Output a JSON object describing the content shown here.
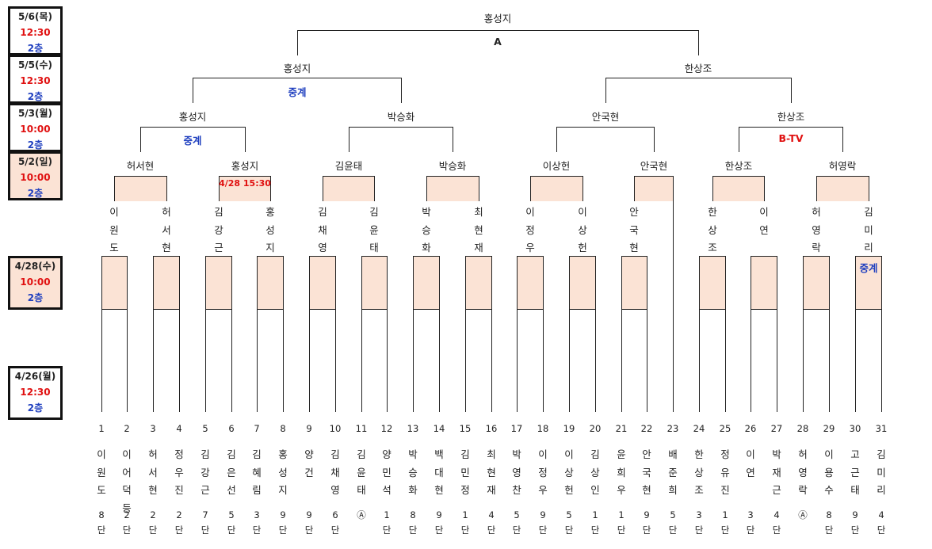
{
  "schedule": [
    {
      "date": "5/6(목)",
      "time": "12:30",
      "floor": "2층",
      "highlight": false
    },
    {
      "date": "5/5(수)",
      "time": "12:30",
      "floor": "2층",
      "highlight": false
    },
    {
      "date": "5/3(월)",
      "time": "10:00",
      "floor": "2층",
      "highlight": false
    },
    {
      "date": "5/2(일)",
      "time": "10:00",
      "floor": "2층",
      "highlight": true
    },
    {
      "date": "4/28(수)",
      "time": "10:00",
      "floor": "2층",
      "highlight": true
    },
    {
      "date": "4/26(월)",
      "time": "12:30",
      "floor": "2층",
      "highlight": false
    }
  ],
  "final": {
    "winner": "홍성지",
    "mark": "A"
  },
  "semifinal": {
    "winners": [
      "홍성지",
      "한상조"
    ],
    "note_left": "중계"
  },
  "quarterfinal": {
    "winners": [
      "홍성지",
      "박승화",
      "안국현",
      "한상조"
    ],
    "note_1": "중계",
    "note_4": "B-TV"
  },
  "round16": {
    "winners": [
      "허서현",
      "홍성지",
      "김윤태",
      "박승화",
      "이상헌",
      "안국현",
      "한상조",
      "허영락"
    ],
    "note_2": "4/28 15:30"
  },
  "round32": {
    "names": [
      "이원도",
      "허서현",
      "김강근",
      "홍성지",
      "김채영",
      "김윤태",
      "박승화",
      "최현재",
      "이정우",
      "이상헌",
      "안국현",
      "",
      "한상조",
      "이연",
      "허영락",
      "김미리"
    ],
    "note_16": "중계"
  },
  "players": [
    {
      "no": "1",
      "name": "이원도",
      "rank": "8단"
    },
    {
      "no": "2",
      "name": "이어덕등",
      "rank": "2단"
    },
    {
      "no": "3",
      "name": "허서현",
      "rank": "2단"
    },
    {
      "no": "4",
      "name": "정우진",
      "rank": "2단"
    },
    {
      "no": "5",
      "name": "김강근",
      "rank": "7단"
    },
    {
      "no": "6",
      "name": "김은선",
      "rank": "5단"
    },
    {
      "no": "7",
      "name": "김혜림",
      "rank": "3단"
    },
    {
      "no": "8",
      "name": "홍성지",
      "rank": "9단"
    },
    {
      "no": "9",
      "name": "양건",
      "rank": "9단"
    },
    {
      "no": "10",
      "name": "김채영",
      "rank": "6단"
    },
    {
      "no": "11",
      "name": "김윤태",
      "rank": "Ⓐ"
    },
    {
      "no": "12",
      "name": "양민석",
      "rank": "1단"
    },
    {
      "no": "13",
      "name": "박승화",
      "rank": "8단"
    },
    {
      "no": "14",
      "name": "백대현",
      "rank": "9단"
    },
    {
      "no": "15",
      "name": "김민정",
      "rank": "1단"
    },
    {
      "no": "16",
      "name": "최현재",
      "rank": "4단"
    },
    {
      "no": "17",
      "name": "박영찬",
      "rank": "5단"
    },
    {
      "no": "18",
      "name": "이정우",
      "rank": "9단"
    },
    {
      "no": "19",
      "name": "이상헌",
      "rank": "5단"
    },
    {
      "no": "20",
      "name": "김상인",
      "rank": "1단"
    },
    {
      "no": "21",
      "name": "윤희우",
      "rank": "1단"
    },
    {
      "no": "22",
      "name": "안국현",
      "rank": "9단"
    },
    {
      "no": "23",
      "name": "배준희",
      "rank": "5단"
    },
    {
      "no": "24",
      "name": "한상조",
      "rank": "3단"
    },
    {
      "no": "25",
      "name": "정유진",
      "rank": "1단"
    },
    {
      "no": "26",
      "name": "이연",
      "rank": "3단"
    },
    {
      "no": "27",
      "name": "박재근",
      "rank": "4단"
    },
    {
      "no": "28",
      "name": "허영락",
      "rank": "Ⓐ"
    },
    {
      "no": "29",
      "name": "이용수",
      "rank": "8단"
    },
    {
      "no": "30",
      "name": "고근태",
      "rank": "9단"
    },
    {
      "no": "31",
      "name": "김미리",
      "rank": "4단"
    }
  ]
}
